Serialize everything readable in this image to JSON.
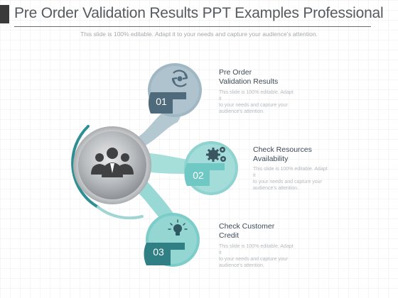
{
  "title": "Pre Order Validation Results PPT Examples Professional",
  "subtitle": "This slide is 100% editable. Adapt it to your needs and capture your audience's attention.",
  "center": {
    "icon": "people-group-icon"
  },
  "steps": [
    {
      "number": "01",
      "label_line1": "Pre Order",
      "label_line2": "Validation Results",
      "desc_line1": "This slide is 100% editable. Adapt it",
      "desc_line2": "to your needs and capture your",
      "desc_line3": "audience's attention.",
      "icon": "refresh-gear-icon",
      "color": "#9fb8c4"
    },
    {
      "number": "02",
      "label_line1": "Check Resources",
      "label_line2": "Availability",
      "desc_line1": "This slide is 100% editable. Adapt it",
      "desc_line2": "to your needs and capture your",
      "desc_line3": "audience's attention.",
      "icon": "gears-icon",
      "color": "#8fd3d0"
    },
    {
      "number": "03",
      "label_line1": "Check Customer",
      "label_line2": "Credit",
      "desc_line1": "This slide is 100% editable. Adapt it",
      "desc_line2": "to your needs and capture your",
      "desc_line3": "audience's attention.",
      "icon": "lightbulb-icon",
      "color": "#7ccdc9"
    }
  ]
}
